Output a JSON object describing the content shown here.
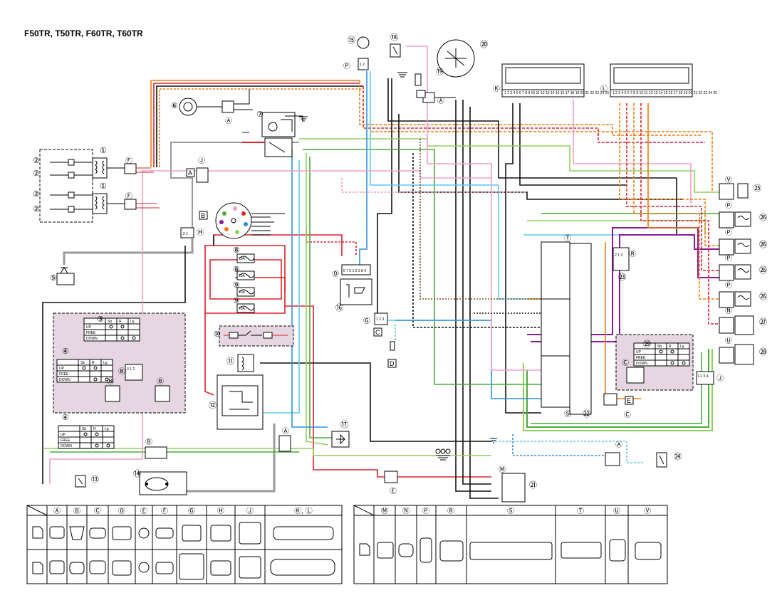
{
  "title": "F50TR, T50TR, F60TR, T60TR",
  "colors": {
    "red": "#e0202a",
    "black": "#111111",
    "orange": "#f07a10",
    "green": "#4caa3a",
    "lightgreen": "#8fd05a",
    "blue": "#2f8fe0",
    "skyblue": "#5cc8f0",
    "pink": "#f0a0c8",
    "purple": "#8a1a9a",
    "gray": "#9a9a9a",
    "white": "#ffffff",
    "brown": "#7a4a20",
    "shade": "#e6d6e2"
  },
  "components": [
    {
      "id": "c1a",
      "label": "①"
    },
    {
      "id": "c1b",
      "label": "①"
    },
    {
      "id": "c2a",
      "label": "②"
    },
    {
      "id": "c2b",
      "label": "②"
    },
    {
      "id": "c2c",
      "label": "②"
    },
    {
      "id": "c2d",
      "label": "②"
    },
    {
      "id": "c3",
      "label": "③"
    },
    {
      "id": "c4a",
      "label": "④"
    },
    {
      "id": "c4b",
      "label": "④"
    },
    {
      "id": "c5",
      "label": "⑤"
    },
    {
      "id": "c6",
      "label": "⑥"
    },
    {
      "id": "c7",
      "label": "⑦"
    },
    {
      "id": "c8a",
      "label": "⑧"
    },
    {
      "id": "c8b",
      "label": "⑧"
    },
    {
      "id": "c8c",
      "label": "⑨"
    },
    {
      "id": "c8d",
      "label": "⑨"
    },
    {
      "id": "c10",
      "label": "⑩"
    },
    {
      "id": "c11",
      "label": "⑪"
    },
    {
      "id": "c12",
      "label": "⑫"
    },
    {
      "id": "c13",
      "label": "⑬"
    },
    {
      "id": "c14",
      "label": "⑭"
    },
    {
      "id": "c15",
      "label": "⑮"
    },
    {
      "id": "c16",
      "label": "⑯"
    },
    {
      "id": "c17",
      "label": "⑰"
    },
    {
      "id": "c18",
      "label": "⑱"
    },
    {
      "id": "c19",
      "label": "⑲"
    },
    {
      "id": "c20",
      "label": "⑳"
    },
    {
      "id": "c21",
      "label": "㉑"
    },
    {
      "id": "c22",
      "label": "㉒"
    },
    {
      "id": "c23",
      "label": "㉓"
    },
    {
      "id": "c24",
      "label": "㉔"
    },
    {
      "id": "c25",
      "label": "㉕"
    },
    {
      "id": "c26a",
      "label": "㉖"
    },
    {
      "id": "c26b",
      "label": "㉖"
    },
    {
      "id": "c26c",
      "label": "㉖"
    },
    {
      "id": "c26d",
      "label": "㉖"
    },
    {
      "id": "c27",
      "label": "㉗"
    },
    {
      "id": "c28",
      "label": "㉘"
    },
    {
      "id": "c29",
      "label": "㉙"
    }
  ],
  "connectors": [
    "Ⓐ",
    "Ⓑ",
    "Ⓒ",
    "Ⓓ",
    "Ⓔ",
    "Ⓕ",
    "Ⓖ",
    "Ⓗ",
    "Ⓙ",
    "Ⓚ",
    "Ⓛ",
    "Ⓜ",
    "Ⓝ",
    "Ⓟ",
    "Ⓡ",
    "Ⓢ",
    "Ⓣ",
    "Ⓤ",
    "Ⓥ"
  ],
  "switch_table": {
    "headers": [
      "Sb",
      "R",
      "Lg"
    ],
    "rows": [
      "UP",
      "FREE",
      "DOWN"
    ]
  },
  "ecm_pins": "1 2 3 4 5 6 7 8 9 10 11 12 13 14 15 16 17 18 19 20 21 22 23 24 25",
  "legend_left": {
    "headers": [
      "Ⓐ",
      "Ⓑ",
      "Ⓒ",
      "Ⓓ",
      "Ⓔ",
      "Ⓕ",
      "Ⓖ",
      "Ⓗ",
      "Ⓙ",
      "Ⓚ, Ⓛ"
    ]
  },
  "legend_right": {
    "headers": [
      "Ⓜ",
      "Ⓝ",
      "Ⓟ",
      "Ⓡ",
      "Ⓢ",
      "Ⓣ",
      "Ⓤ",
      "Ⓥ"
    ]
  },
  "fuse_label": "20A",
  "pin_labels": {
    "d": "6 7 5 1 2 3 8 4",
    "g": "1 2 3",
    "h": "2 1",
    "j": "1 2 3 4",
    "p": "1 2",
    "r": "2 1 3",
    "b": "3 1 2"
  }
}
